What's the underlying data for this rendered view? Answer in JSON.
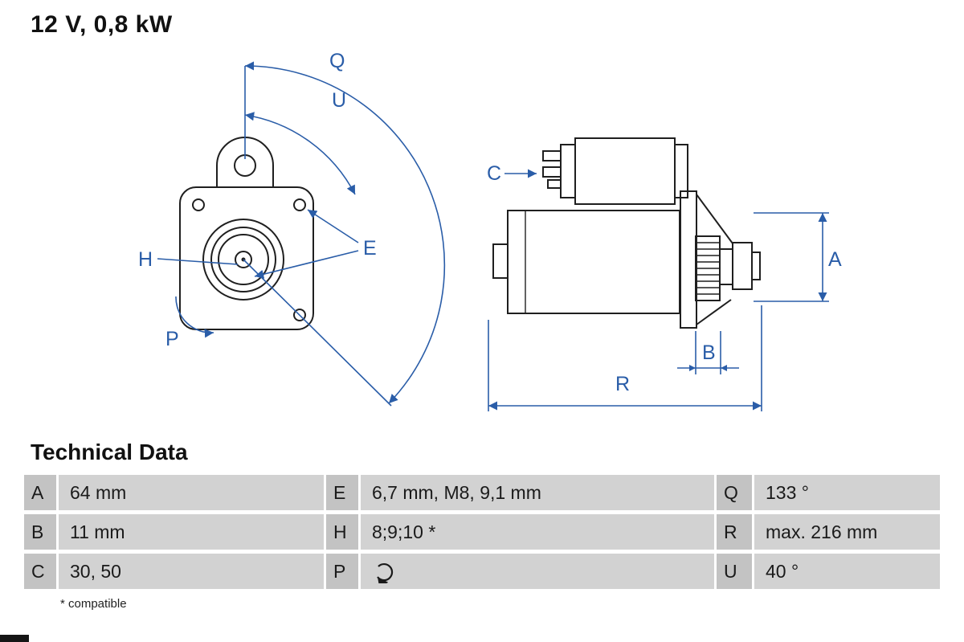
{
  "title": "12 V, 0,8 kW",
  "colors": {
    "dimension_blue": "#2a5da8",
    "drawing_dark": "#1f1f1f",
    "table_key_bg": "#c3c3c3",
    "table_value_bg": "#d2d2d2"
  },
  "diagram": {
    "labels": {
      "Q": "Q",
      "U": "U",
      "C": "C",
      "E": "E",
      "H": "H",
      "A": "A",
      "B": "B",
      "P": "P",
      "R": "R"
    }
  },
  "table": {
    "heading": "Technical Data",
    "footnote": "* compatible",
    "rows": [
      [
        {
          "key": "A",
          "value": "64 mm"
        },
        {
          "key": "E",
          "value": "6,7 mm, M8, 9,1 mm"
        },
        {
          "key": "Q",
          "value": "133 °"
        }
      ],
      [
        {
          "key": "B",
          "value": "11 mm"
        },
        {
          "key": "H",
          "value": "8;9;10 *"
        },
        {
          "key": "R",
          "value": "max. 216 mm"
        }
      ],
      [
        {
          "key": "C",
          "value": "30, 50"
        },
        {
          "key": "P",
          "value": "",
          "icon": "rotation-direction"
        },
        {
          "key": "U",
          "value": "40 °"
        }
      ]
    ]
  }
}
